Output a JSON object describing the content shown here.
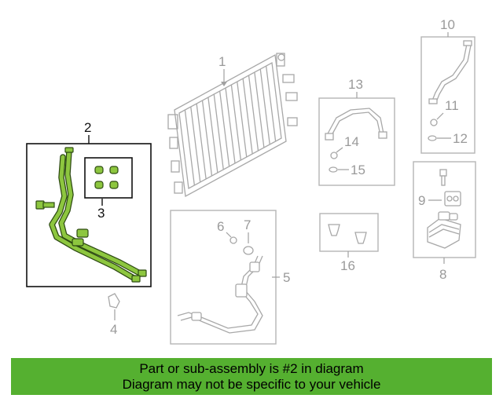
{
  "callouts": {
    "c1": "1",
    "c2": "2",
    "c3": "3",
    "c4": "4",
    "c5": "5",
    "c6": "6",
    "c7": "7",
    "c8": "8",
    "c9": "9",
    "c10": "10",
    "c11": "11",
    "c12": "12",
    "c13": "13",
    "c14": "14",
    "c15": "15",
    "c16": "16"
  },
  "highlight": {
    "callout": "2",
    "color": "#8dc63f",
    "banner_color": "#55b030"
  },
  "banner": {
    "line1": "Part or sub-assembly is #2 in diagram",
    "line2": "Diagram may not be specific to your vehicle"
  }
}
